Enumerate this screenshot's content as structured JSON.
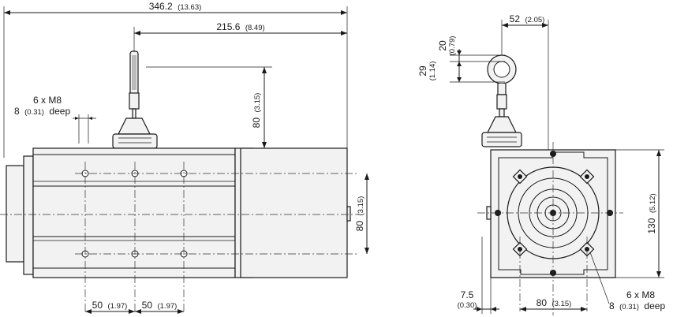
{
  "side_view": {
    "overall_length": {
      "mm": "346.2",
      "in": "(13.63)"
    },
    "handle_offset": {
      "mm": "215.6",
      "in": "(8.49)"
    },
    "handle_height": {
      "mm": "80",
      "in": "(3.15)"
    },
    "rail_spacing": {
      "mm": "80",
      "in": "(3.15)"
    },
    "hole_pitch_1": {
      "mm": "50",
      "in": "(1.97)"
    },
    "hole_pitch_2": {
      "mm": "50",
      "in": "(1.97)"
    },
    "thread_callout": {
      "line1": "6 x M8",
      "line2_mm": "8",
      "line2_in": "(0.31)",
      "line2_suffix": "deep"
    }
  },
  "front_view": {
    "eye_width": {
      "mm": "52",
      "in": "(2.05)"
    },
    "eye_inner": {
      "mm": "20",
      "in": "(0.79)"
    },
    "eye_outer": {
      "mm": "29",
      "in": "(1.14)"
    },
    "height": {
      "mm": "130",
      "in": "(5.12)"
    },
    "left_offset": {
      "mm": "7.5",
      "in": "(0.30)"
    },
    "bolt_spacing": {
      "mm": "80",
      "in": "(3.15)"
    },
    "thread_callout": {
      "line1": "6 x M8",
      "line2_mm": "8",
      "line2_in": "(0.31)",
      "line2_suffix": "deep"
    }
  }
}
